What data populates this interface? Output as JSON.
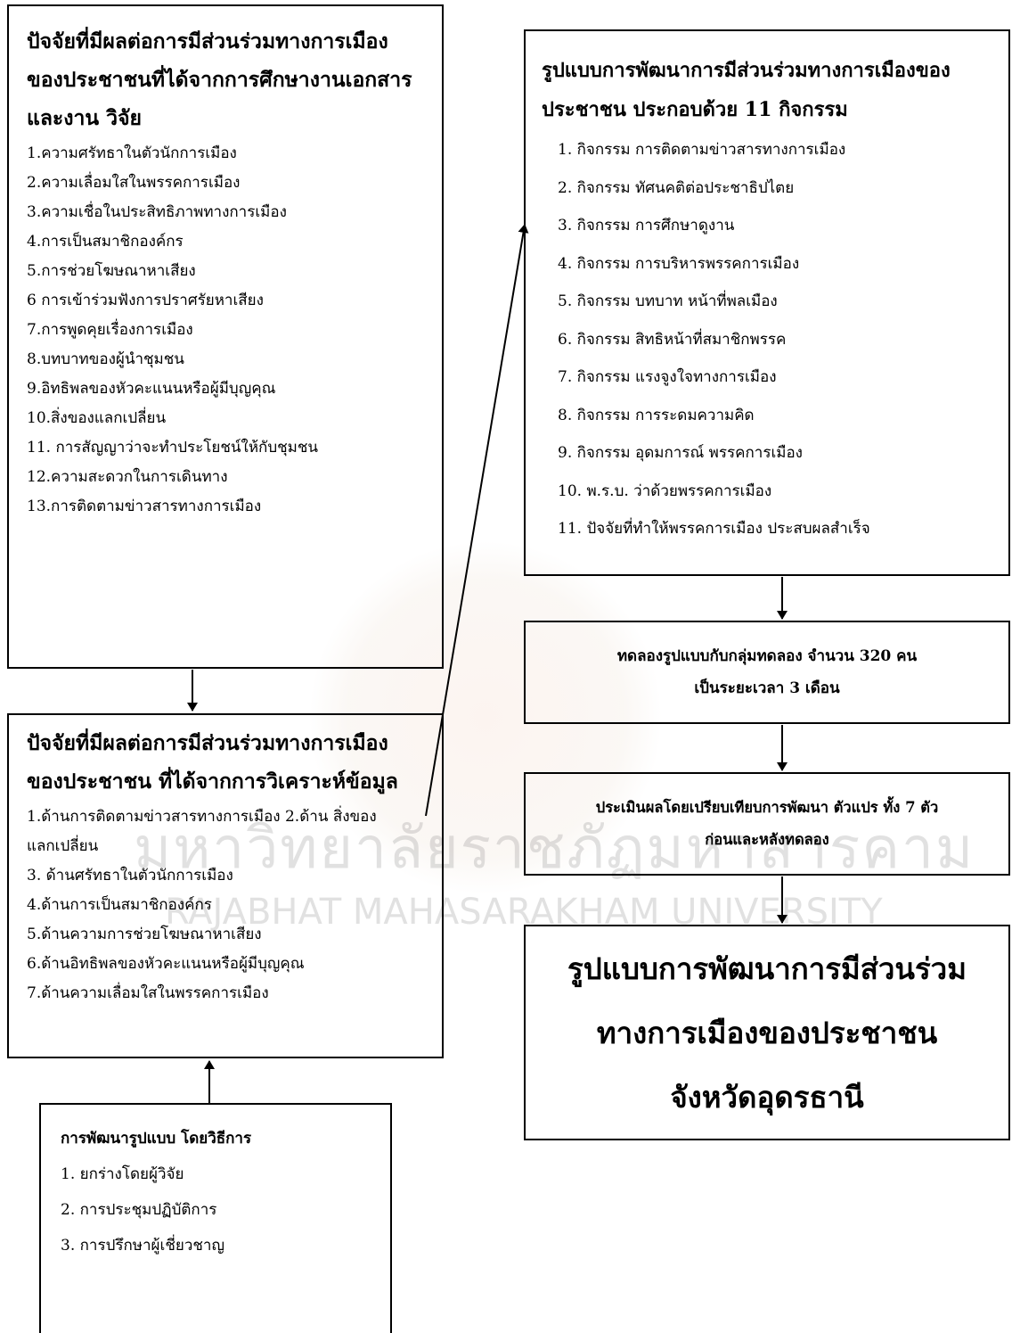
{
  "watermark": {
    "thai": "มหาวิทยาลัยราชภัฏมหาสารคาม",
    "english": "RAJABHAT MAHASARAKHAM UNIVERSITY"
  },
  "box_factors_literature": {
    "title_lines": [
      "ปัจจัยที่มีผลต่อการมีส่วนร่วมทางการเมือง",
      "ของประชาชนที่ได้จากการศึกษางานเอกสาร",
      "และงาน วิจัย"
    ],
    "items": [
      "1.ความศรัทธาในตัวนักการเมือง",
      "2.ความเลื่อมใสในพรรคการเมือง",
      "3.ความเชื่อในประสิทธิภาพทางการเมือง",
      "4.การเป็นสมาชิกองค์กร",
      "5.การช่วยโฆษณาหาเสียง",
      "6 การเข้าร่วมฟังการปราศรัยหาเสียง",
      "7.การพูดคุยเรื่องการเมือง",
      "8.บทบาทของผู้นำชุมชน",
      "9.อิทธิพลของหัวคะแนนหรือผู้มีบุญคุณ",
      "10.สิ่งของแลกเปลี่ยน",
      "11. การสัญญาว่าจะทำประโยชน์ให้กับชุมชน",
      "12.ความสะดวกในการเดินทาง",
      "13.การติดตามข่าวสารทางการเมือง"
    ]
  },
  "box_factors_analysis": {
    "title_lines": [
      "ปัจจัยที่มีผลต่อการมีส่วนร่วมทางการเมือง",
      "ของประชาชน ที่ได้จากการวิเคราะห์ข้อมูล"
    ],
    "items": [
      "1.ด้านการติดตามข่าวสารทางการเมือง 2.ด้าน สิ่งของแลกเปลี่ยน",
      "3. ด้านศรัทธาในตัวนักการเมือง",
      "4.ด้านการเป็นสมาชิกองค์กร",
      "5.ด้านความการช่วยโฆษณาหาเสียง",
      "6.ด้านอิทธิพลของหัวคะแนนหรือผู้มีบุญคุณ",
      "7.ด้านความเลื่อมใสในพรรคการเมือง"
    ]
  },
  "box_development_method": {
    "title": "การพัฒนารูปแบบ โดยวิธีการ",
    "items": [
      "1. ยกร่างโดยผู้วิจัย",
      "2. การประชุมปฏิบัติการ",
      "3. การปรึกษาผู้เชี่ยวชาญ"
    ]
  },
  "box_model_activities": {
    "title_lines": [
      "รูปแบบการพัฒนาการมีส่วนร่วมทางการเมืองของ",
      "ประชาชน ประกอบด้วย 11 กิจกรรม"
    ],
    "items": [
      "1. กิจกรรม การติดตามข่าวสารทางการเมือง",
      "2. กิจกรรม ทัศนคติต่อประชาธิปไตย",
      "3. กิจกรรม การศึกษาดูงาน",
      "4. กิจกรรม การบริหารพรรคการเมือง",
      "5. กิจกรรม บทบาท หน้าที่พลเมือง",
      "6. กิจกรรม สิทธิหน้าที่สมาชิกพรรค",
      "7. กิจกรรม แรงจูงใจทางการเมือง",
      "8. กิจกรรม การระดมความคิด",
      "9. กิจกรรม อุดมการณ์ พรรคการเมือง",
      "10. พ.ร.บ. ว่าด้วยพรรคการเมือง",
      "11. ปัจจัยที่ทำให้พรรคการเมือง ประสบผลสำเร็จ"
    ]
  },
  "box_experiment": {
    "lines": [
      "ทดลองรูปแบบกับกลุ่มทดลอง จำนวน 320 คน",
      "เป็นระยะเวลา 3 เดือน"
    ]
  },
  "box_evaluation": {
    "lines": [
      "ประเมินผลโดยเปรียบเทียบการพัฒนา ตัวแปร ทั้ง 7 ตัว",
      "ก่อนและหลังทดลอง"
    ]
  },
  "box_final_model": {
    "lines": [
      "รูปแบบการพัฒนาการมีส่วนร่วม",
      "ทางการเมืองของประชาชน",
      "จังหวัดอุดรธานี"
    ]
  }
}
